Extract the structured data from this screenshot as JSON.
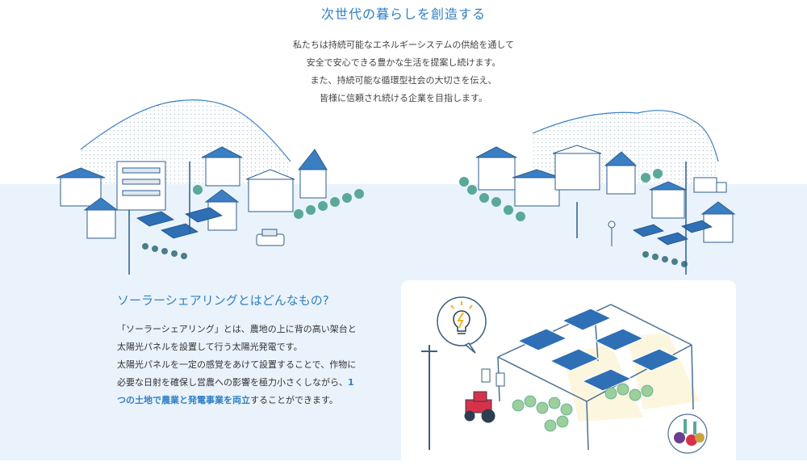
{
  "title": "次世代の暮らしを創造する",
  "intro_lines": [
    "私たちは持続可能なエネルギーシステムの供給を通して",
    "安全で安心できる豊かな生活を提案し続けます。",
    "また、持続可能な循環型社会の大切さを伝え、",
    "皆様に信頼され続ける企業を目指します。"
  ],
  "section": {
    "title": "ソーラーシェアリングとはどんなもの?",
    "lines": [
      "「ソーラーシェアリング」とは、農地の上に背の高い架台と",
      "太陽光パネルを設置して行う太陽光発電です。",
      "太陽光パネルを一定の感覚をあけて設置することで、作物に",
      "必要な日射を確保し営農への影響を極力小さくしながら、"
    ],
    "last_line_hl1": "1",
    "last_line_hl2": "つの土地で農業と発電事業を両立",
    "last_line_rest": "することができます。"
  },
  "colors": {
    "accent": "#2f7fc6",
    "roof": "#3a7fc4",
    "panel": "#2e6fb5",
    "light_bg": "#eaf3fc",
    "tree": "#5aa89a",
    "tractor": "#d9314a",
    "bulb": "#f4b21b"
  },
  "icons": [
    "light-bulb-icon"
  ]
}
